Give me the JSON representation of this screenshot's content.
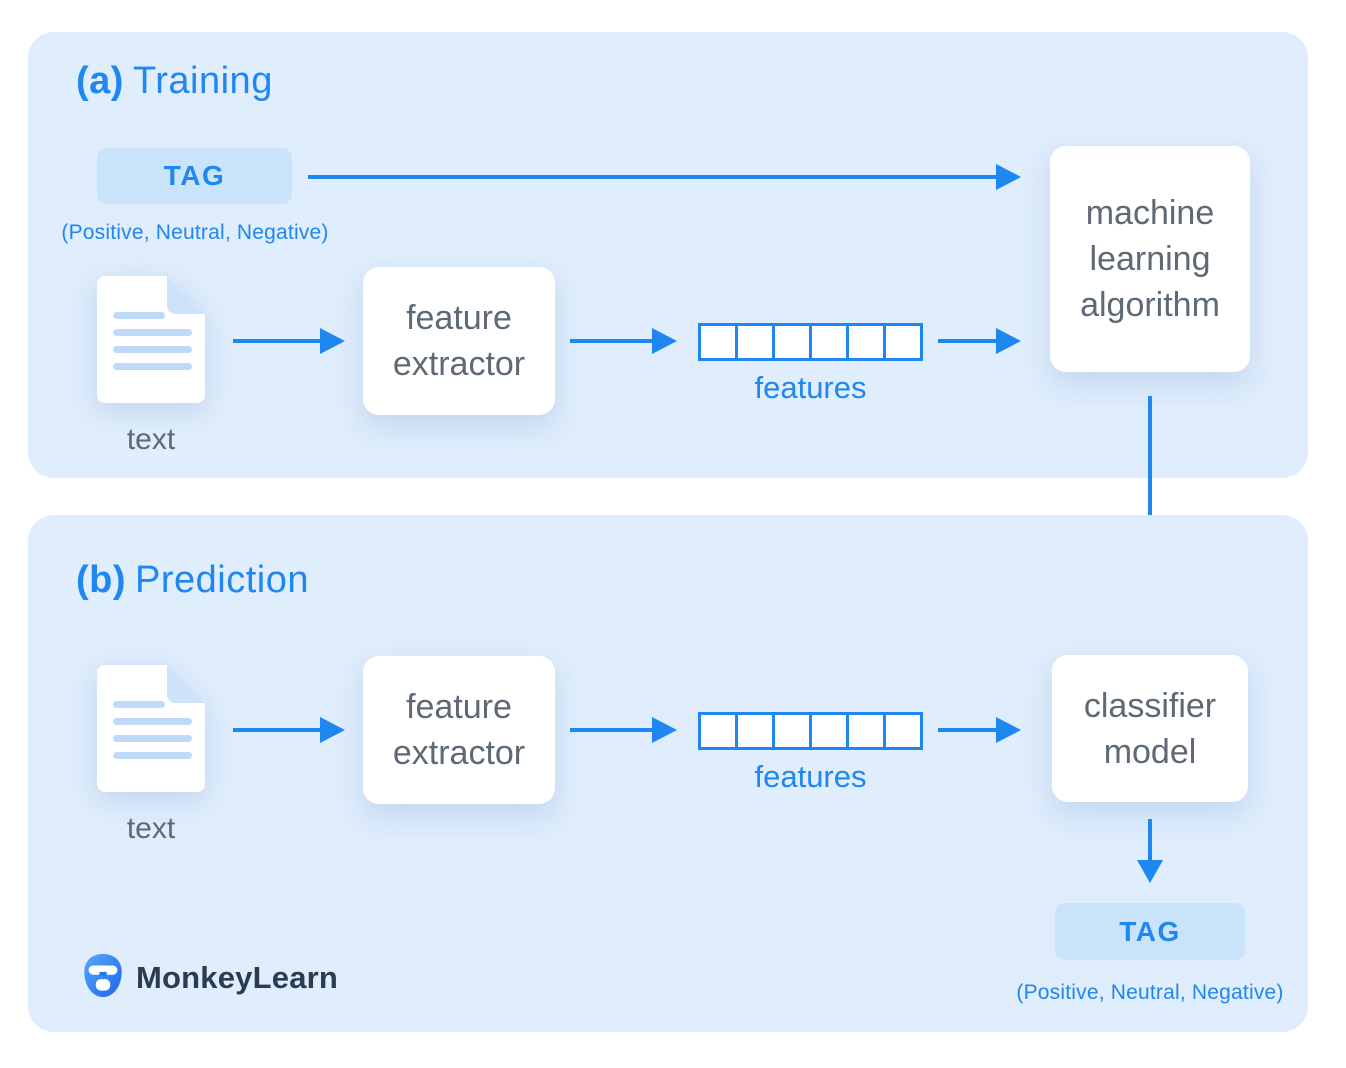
{
  "colors": {
    "accent": "#1e87f0",
    "panel_bg": "#dfedfc",
    "tag_bg": "#c9e3fb",
    "box_text": "#5d6975",
    "brand_text": "#2b3b52",
    "page_bg": "#ffffff"
  },
  "training": {
    "title_prefix": "(a)",
    "title": "Training",
    "tag": {
      "label": "TAG",
      "options": "(Positive, Neutral, Negative)"
    },
    "text_label": "text",
    "feature_extractor_label": "feature extractor",
    "features": {
      "label": "features",
      "cells": 6
    },
    "algorithm_label": "machine learning algorithm"
  },
  "prediction": {
    "title_prefix": "(b)",
    "title": "Prediction",
    "text_label": "text",
    "feature_extractor_label": "feature extractor",
    "features": {
      "label": "features",
      "cells": 6
    },
    "classifier_label": "classifier model",
    "tag": {
      "label": "TAG",
      "options": "(Positive, Neutral, Negative)"
    }
  },
  "brand": {
    "name": "MonkeyLearn"
  }
}
